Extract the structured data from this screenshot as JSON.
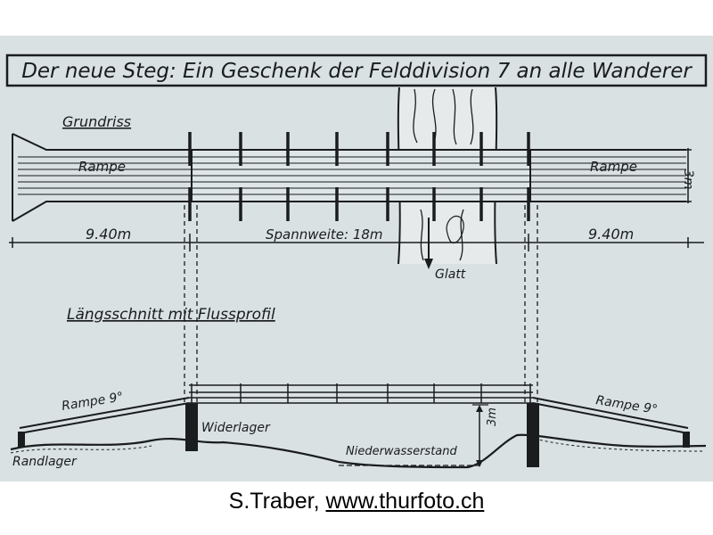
{
  "diagram": {
    "title": "Der neue Steg: Ein Geschenk der Felddivision 7 an alle Wanderer",
    "plan": {
      "heading": "Grundriss",
      "ramp_left": "Rampe",
      "ramp_right": "Rampe",
      "width": "3m",
      "span_left": "9.40m",
      "span_middle": "Spannweite: 18m",
      "span_right": "9.40m",
      "slab": "Glatt"
    },
    "section": {
      "heading": "Längsschnitt mit Flussprofil",
      "ramp_left": "Rampe 9°",
      "ramp_right": "Rampe 9°",
      "abutment": "Widerlager",
      "end_bearing": "Randlager",
      "low_water": "Niederwasserstand",
      "clearance": "3m"
    }
  },
  "credit": {
    "author": "S.Traber,",
    "url": "www.thurfoto.ch"
  },
  "colors": {
    "paper": "#d9e1e3",
    "ink": "#1a1c1e"
  }
}
